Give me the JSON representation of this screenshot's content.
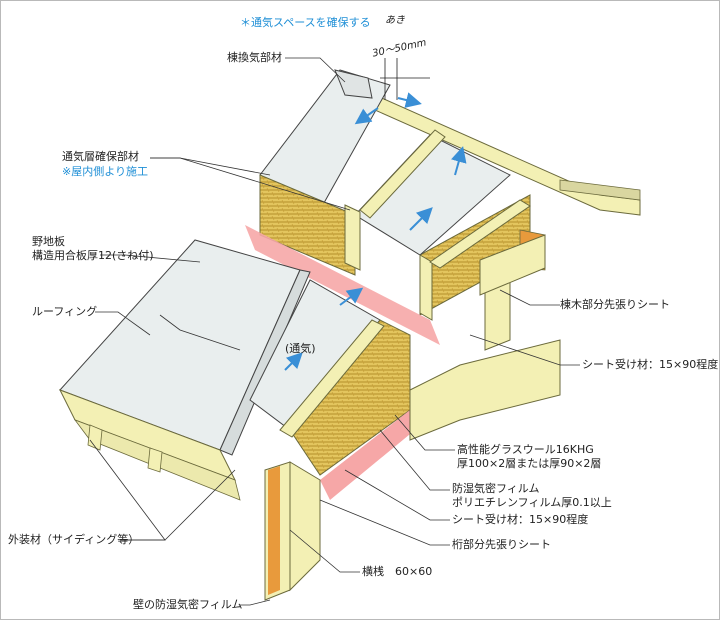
{
  "top_note": "＊通気スペースを確保する",
  "gap_label_1": "あき",
  "gap_label_2": "30〜50mm",
  "labels": {
    "ridge_vent": "棟換気部材",
    "vent_spacer": "通気層確保部材",
    "vent_spacer_note": "※屋内側より施工",
    "sheathing_1": "野地板",
    "sheathing_2": "構造用合板厚12(さね付)",
    "roofing": "ルーフィング",
    "ridge_sheet": "棟木部分先張りシート",
    "sheet_support_upper": "シート受け材：15×90程度",
    "insulation_1": "高性能グラスウール16KHG",
    "insulation_2": "厚100×2層または厚90×2層",
    "vapor_film_1": "防湿気密フィルム",
    "vapor_film_2": "ポリエチレンフィルム厚0.1以上",
    "sheet_support_lower": "シート受け材：15×90程度",
    "eave_sheet": "桁部分先張りシート",
    "batten": "横桟　60×60",
    "siding": "外装材（サイディング等）",
    "wall_film": "壁の防湿気密フィルム",
    "airflow_1": "(通気)"
  },
  "colors": {
    "timber": "#f3f0b4",
    "timber_edge": "#6b6a3c",
    "insulation": "#e0c35a",
    "film": "#f6a7a7",
    "roof": "#e9eeee",
    "arrow": "#3a8fd6",
    "siding_strip": "#e89a3c"
  }
}
